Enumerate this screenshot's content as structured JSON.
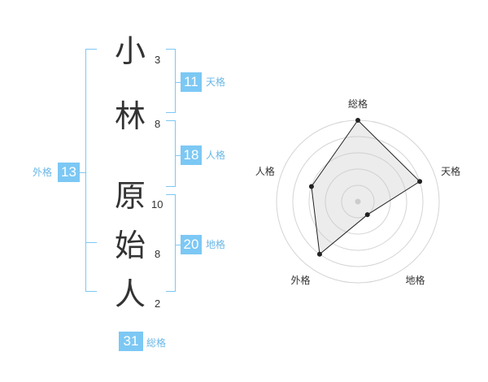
{
  "name": {
    "chars": [
      {
        "char": "小",
        "strokes": "3"
      },
      {
        "char": "林",
        "strokes": "8"
      },
      {
        "char": "原",
        "strokes": "10"
      },
      {
        "char": "始",
        "strokes": "8"
      },
      {
        "char": "人",
        "strokes": "2"
      }
    ]
  },
  "fortunes": {
    "tenkaku": {
      "value": "11",
      "label": "天格"
    },
    "jinkaku": {
      "value": "18",
      "label": "人格"
    },
    "chikaku": {
      "value": "20",
      "label": "地格"
    },
    "gaikaku": {
      "value": "13",
      "label": "外格"
    },
    "soukaku": {
      "value": "31",
      "label": "総格"
    }
  },
  "colors": {
    "accent": "#7cc8f4",
    "text": "#333333"
  },
  "chart_data": {
    "type": "radar",
    "axes": [
      "総格",
      "天格",
      "地格",
      "外格",
      "人格"
    ],
    "values": [
      5,
      4,
      1,
      4,
      3
    ],
    "max": 5,
    "rings": 5
  }
}
